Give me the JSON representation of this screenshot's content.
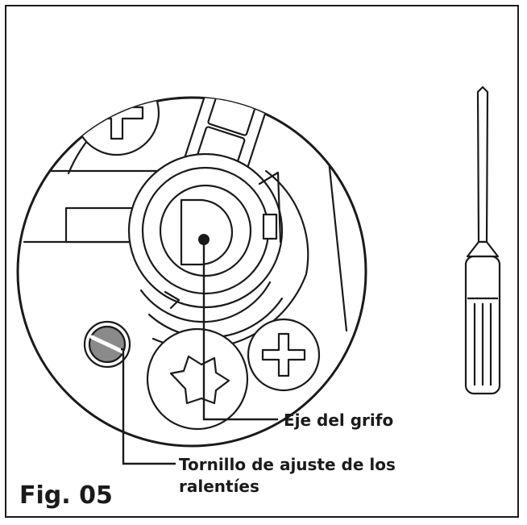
{
  "figure": {
    "caption": "Fig. 05"
  },
  "callouts": {
    "valve_shaft": "Eje del grifo",
    "idle_screw_line1": "Tornillo de ajuste de los",
    "idle_screw_line2": "ralentíes"
  },
  "colors": {
    "line": "#1a1a1a",
    "screw_fill": "#8a8a8a",
    "background": "#ffffff"
  },
  "icons": {
    "tool": "screwdriver-icon"
  }
}
